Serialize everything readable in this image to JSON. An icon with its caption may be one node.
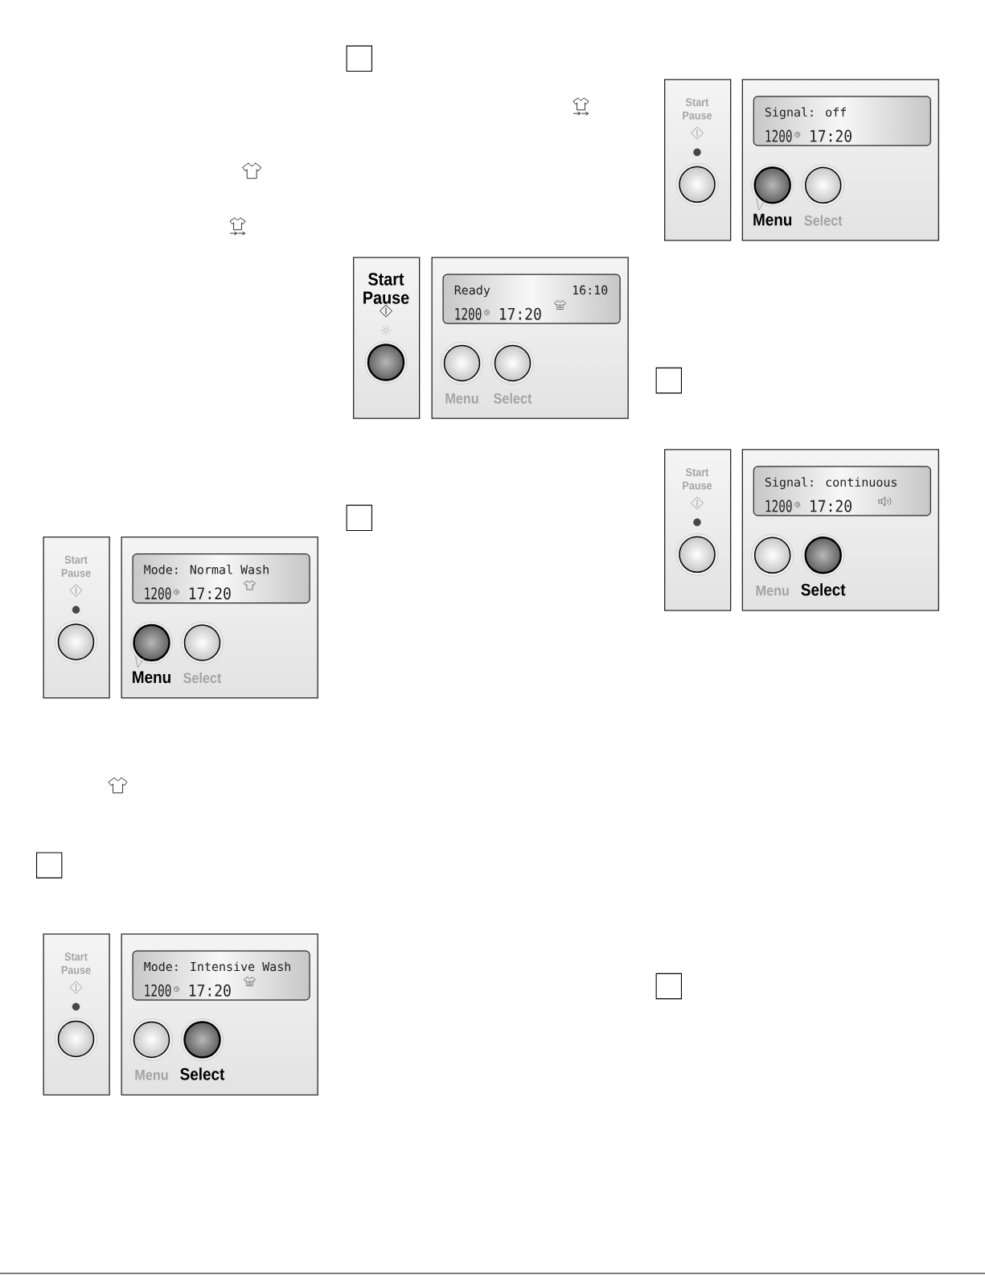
{
  "diagram": {
    "nodes": [
      {
        "text": [
          "Start Pause"
        ]
      },
      {
        "text": [
          "Menu",
          "Select"
        ]
      },
      {
        "text": [
          "Mode: Normal Wash",
          "1200",
          "17:20"
        ],
        "in": 1
      },
      {
        "text": [],
        "shape": "box"
      },
      {
        "text": [
          "Start Pause"
        ]
      },
      {
        "text": [
          "Menu",
          "Select"
        ]
      },
      {
        "text": [
          "Mode: Intensive Wash",
          "1200",
          "17:20"
        ],
        "in": 5
      },
      {
        "text": [],
        "shape": "box"
      },
      {
        "text": [
          "Start Pause"
        ]
      },
      {
        "text": [
          "Menu",
          "Select"
        ]
      },
      {
        "text": [
          "Ready",
          "16:10",
          "1200",
          "17:20"
        ],
        "in": 9
      },
      {
        "text": [],
        "shape": "box"
      },
      {
        "text": [
          "Start Pause"
        ]
      },
      {
        "text": [
          "Menu",
          "Select"
        ]
      },
      {
        "text": [
          "Signal: off",
          "1200",
          "17:20"
        ],
        "in": 13
      },
      {
        "text": [],
        "shape": "box"
      },
      {
        "text": [
          "Start Pause"
        ]
      },
      {
        "text": [
          "Menu",
          "Select"
        ]
      },
      {
        "text": [
          "Signal: continuous",
          "1200",
          "17:20"
        ],
        "in": 17
      },
      {
        "text": [],
        "shape": "box"
      }
    ]
  }
}
